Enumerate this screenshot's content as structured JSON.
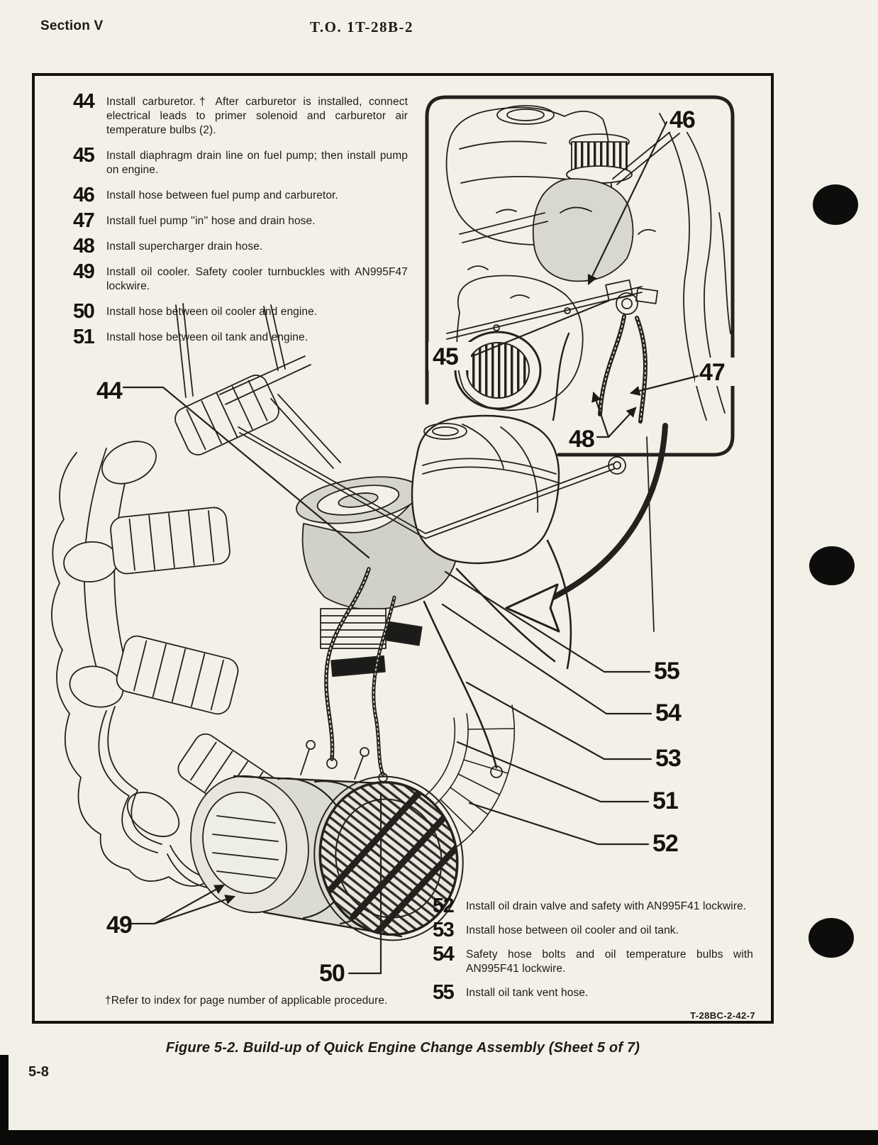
{
  "header": {
    "section": "Section V",
    "to_number": "T.O. 1T-28B-2"
  },
  "instructions_left": [
    {
      "num": "44",
      "text": "Install carburetor.† After carburetor is installed, connect electrical leads to primer solenoid and carburetor air temperature bulbs (2)."
    },
    {
      "num": "45",
      "text": "Install diaphragm drain line on fuel pump; then install pump on engine."
    },
    {
      "num": "46",
      "text": "Install hose between fuel pump and carburetor."
    },
    {
      "num": "47",
      "text": "Install fuel pump ''in'' hose and drain hose."
    },
    {
      "num": "48",
      "text": "Install supercharger drain hose."
    },
    {
      "num": "49",
      "text": "Install oil cooler. Safety cooler turnbuckles with AN995F47 lockwire."
    },
    {
      "num": "50",
      "text": "Install hose between oil cooler and engine."
    },
    {
      "num": "51",
      "text": "Install hose between oil tank and engine."
    }
  ],
  "instructions_right": [
    {
      "num": "52",
      "text": "Install oil drain valve and safety with AN995F41 lockwire."
    },
    {
      "num": "53",
      "text": "Install hose between oil cooler and oil tank."
    },
    {
      "num": "54",
      "text": "Safety hose bolts and oil temperature bulbs with AN995F41 lockwire."
    },
    {
      "num": "55",
      "text": "Install oil tank vent hose."
    }
  ],
  "callouts": {
    "c44": "44",
    "c45": "45",
    "c46": "46",
    "c47": "47",
    "c48": "48",
    "c49": "49",
    "c50": "50",
    "c51": "51",
    "c52": "52",
    "c53": "53",
    "c54": "54",
    "c55": "55"
  },
  "footer": {
    "footnote": "†Refer to index for page number of applicable procedure.",
    "reference_code": "T-28BC-2-42-7",
    "figure_caption": "Figure 5-2. Build-up of Quick Engine Change Assembly (Sheet 5 of 7)",
    "page_number": "5-8"
  },
  "colors": {
    "paper": "#f2f0e7",
    "ink": "#1c1b18"
  }
}
